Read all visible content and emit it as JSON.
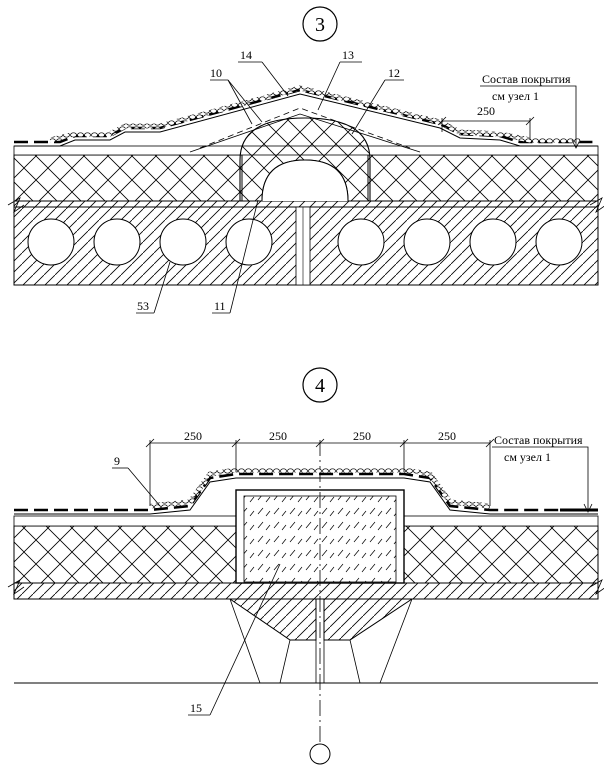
{
  "detail_3": {
    "number": "3",
    "note_line1": "Состав покрытия",
    "note_line2": "см  узел 1",
    "dim_250": "250",
    "callouts": [
      "14",
      "13",
      "10",
      "12",
      "11",
      "53"
    ]
  },
  "detail_4": {
    "number": "4",
    "note_line1": "Состав покрытия",
    "note_line2": "см  узел 1",
    "dims": [
      "250",
      "250",
      "250",
      "250"
    ],
    "callouts": [
      "9",
      "15"
    ]
  }
}
